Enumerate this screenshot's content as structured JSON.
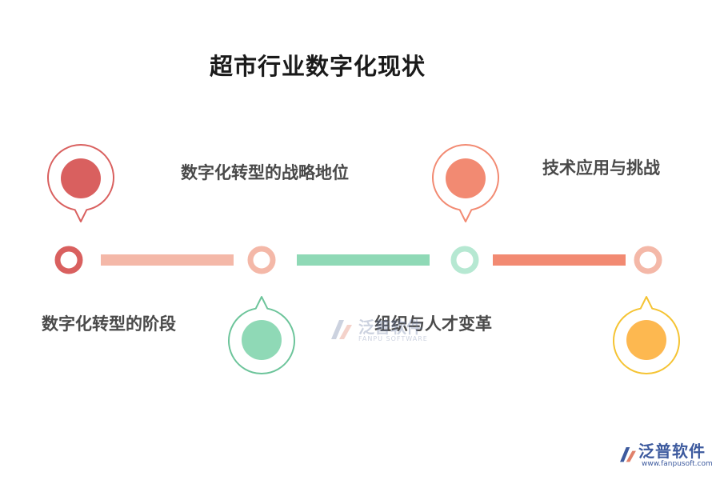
{
  "title": "超市行业数字化现状",
  "colors": {
    "red": "#d9605f",
    "pink": "#f4b8a8",
    "green": "#8fd9b6",
    "salmon": "#f28a72",
    "yellow": "#fdb850",
    "yellow_ring": "#f5c332"
  },
  "stages": [
    {
      "label": "数字化转型的阶段"
    },
    {
      "label": "数字化转型的战略地位"
    },
    {
      "label": "组织与人才变革"
    },
    {
      "label": "技术应用与挑战"
    }
  ],
  "watermark": {
    "main": "泛普软件",
    "sub": "FANPU SOFTWARE"
  },
  "logo": {
    "main": "泛普软件",
    "url": "www.fanpusoft.com"
  }
}
